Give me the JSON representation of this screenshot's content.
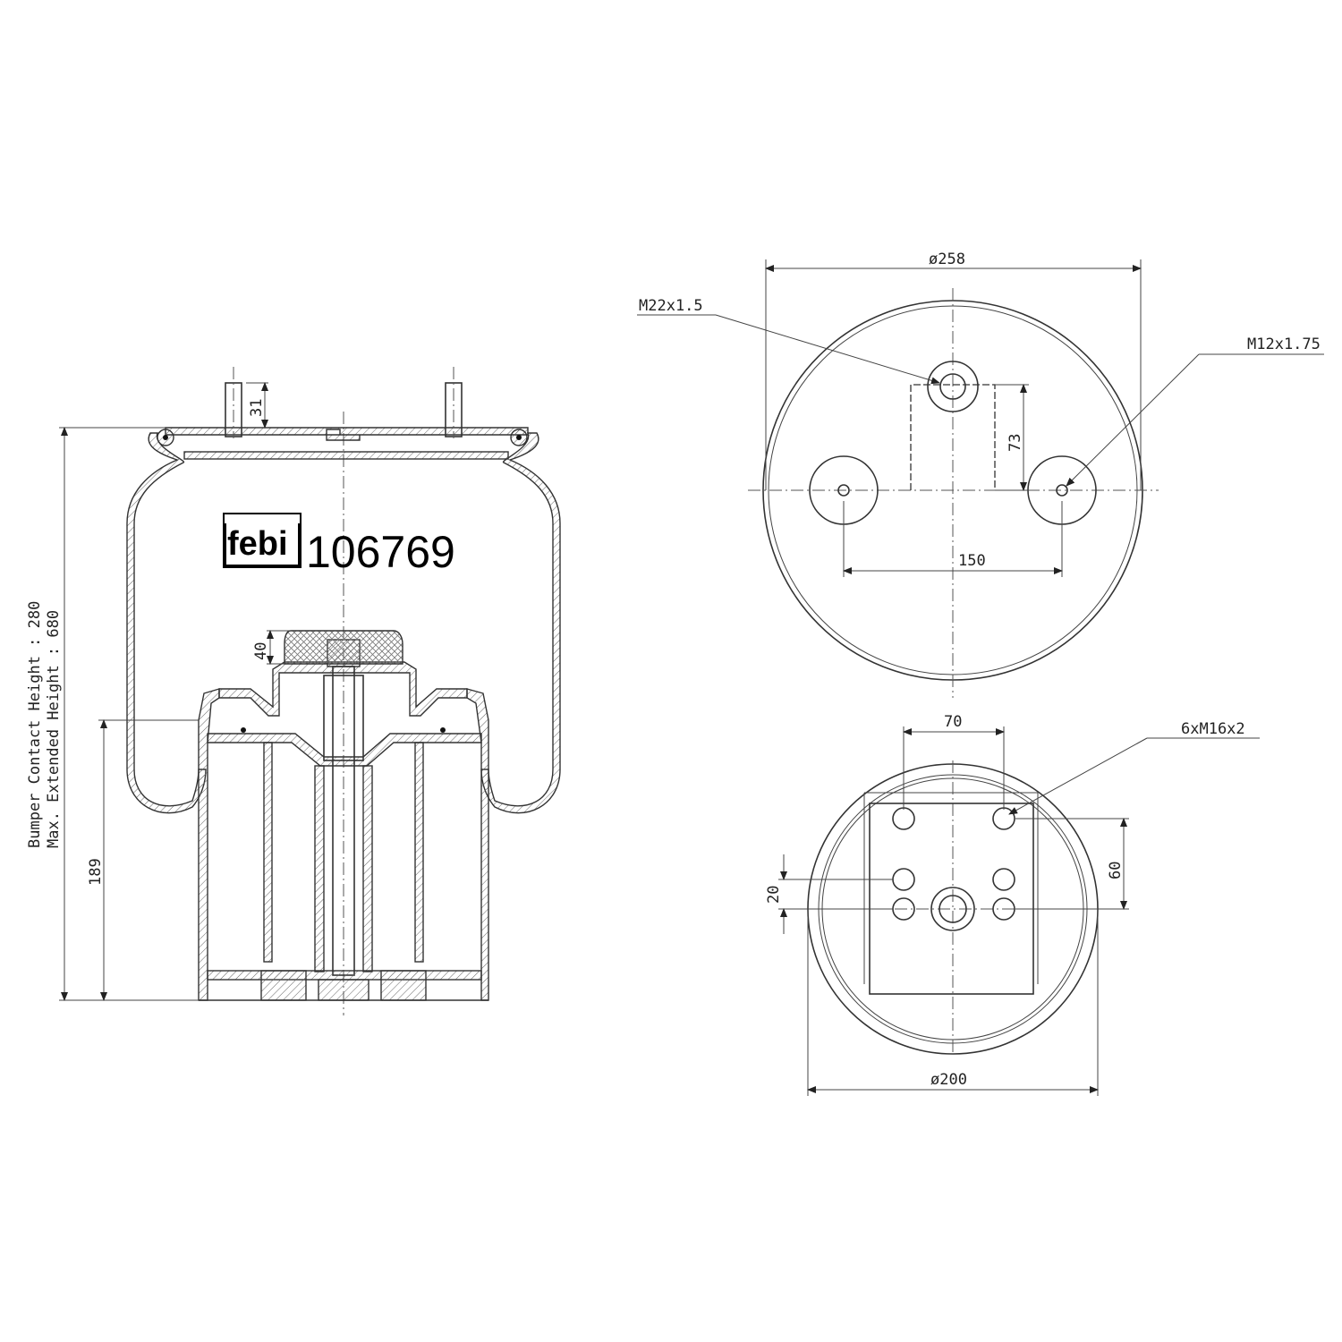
{
  "brand": {
    "logo": "febi",
    "part_number": "106769"
  },
  "side_view": {
    "labels": {
      "bumper_contact": "Bumper Contact Height : 280",
      "max_extended": "Max. Extended Height : 680"
    },
    "dimensions": {
      "stud_height": "31",
      "bumper_height": "40",
      "piston_height": "189"
    }
  },
  "top_view": {
    "dimensions": {
      "diameter": "ø258",
      "stud_spacing": "150",
      "offset": "73"
    },
    "threads": {
      "air_port": "M22x1.5",
      "stud": "M12x1.75"
    }
  },
  "bottom_view": {
    "dimensions": {
      "diameter": "ø200",
      "hole_spacing_x": "70",
      "hole_spacing_y": "60",
      "hole_pitch": "20"
    },
    "threads": {
      "holes": "6xM16x2"
    }
  }
}
